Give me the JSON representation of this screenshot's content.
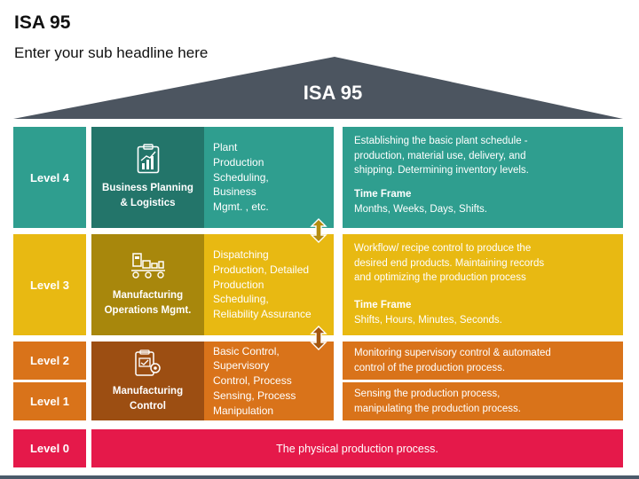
{
  "title": "ISA 95",
  "subtitle": "Enter your sub headline here",
  "roof_label": "ISA 95",
  "colors": {
    "teal": "#2f9e8f",
    "teal_dark": "#23756a",
    "yellow": "#e8b912",
    "yellow_dark": "#a8870c",
    "orange": "#d9731a",
    "orange_dark": "#9c4e12",
    "red": "#e5194a",
    "roof": "#4c5560"
  },
  "levels": {
    "l4": "Level 4",
    "l3": "Level 3",
    "l2": "Level 2",
    "l1": "Level 1",
    "l0": "Level 0"
  },
  "categories": {
    "business": {
      "line1": "Business Planning",
      "line2": "& Logistics",
      "icon": "chart-clipboard-icon"
    },
    "mom": {
      "line1": "Manufacturing",
      "line2": "Operations Mgmt.",
      "icon": "factory-icon"
    },
    "control": {
      "line1": "Manufacturing",
      "line2": "Control",
      "icon": "control-clipboard-gear-icon"
    }
  },
  "functions": {
    "business": [
      "Plant",
      "Production",
      "Scheduling,",
      "Business",
      "Mgmt. , etc."
    ],
    "mom": [
      "Dispatching",
      "Production, Detailed",
      "Production",
      "Scheduling,",
      "Reliability Assurance"
    ],
    "control": [
      "Basic Control,",
      "Supervisory",
      "Control, Process",
      "Sensing, Process",
      "Manipulation"
    ]
  },
  "descriptions": {
    "l4": {
      "text": [
        "Establishing the basic plant schedule -",
        "production, material use, delivery, and",
        "shipping. Determining inventory levels."
      ],
      "tf_label": "Time Frame",
      "tf_value": "Months, Weeks, Days, Shifts."
    },
    "l3": {
      "text": [
        "Workflow/ recipe control to produce the",
        "desired end products. Maintaining records",
        "and optimizing the production process"
      ],
      "tf_label": "Time Frame",
      "tf_value": "Shifts, Hours, Minutes, Seconds."
    },
    "l2": {
      "text": [
        "Monitoring supervisory control & automated",
        "control of the production process."
      ]
    },
    "l1": {
      "text": [
        "Sensing the production process,",
        "manipulating the production process."
      ]
    },
    "l0": "The physical production process."
  }
}
